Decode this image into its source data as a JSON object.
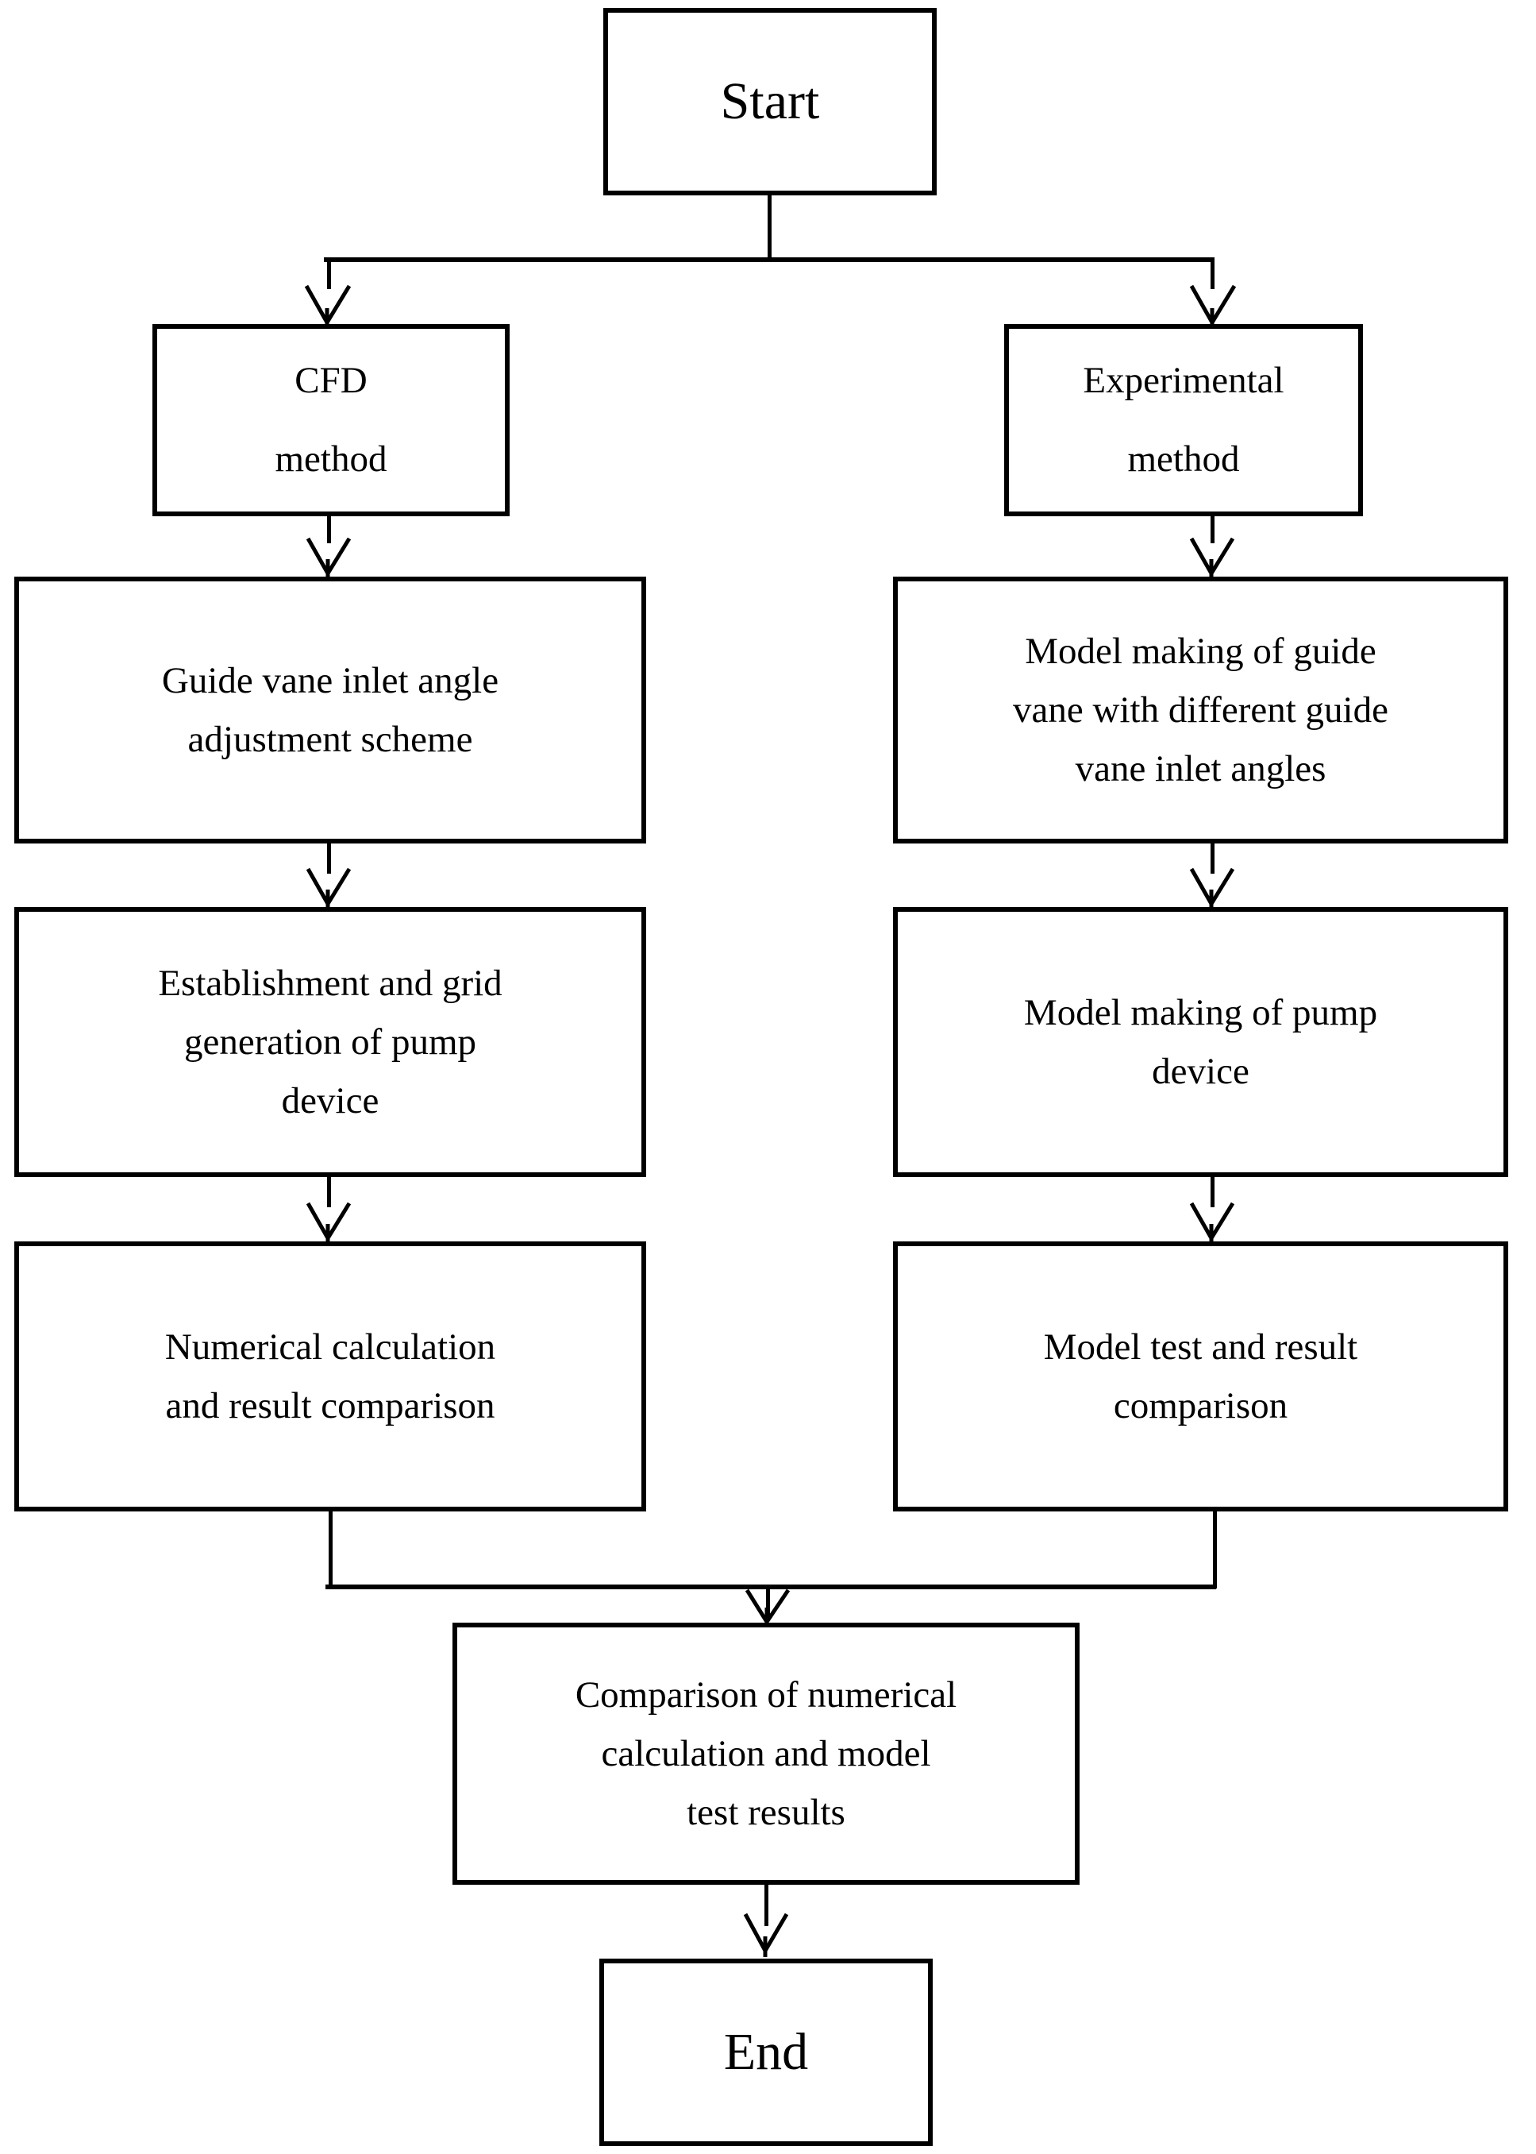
{
  "diagram": {
    "type": "flowchart",
    "title": "Research methodology flowchart",
    "orientation": "top-to-bottom",
    "colors": {
      "stroke": "#000000",
      "fill": "#ffffff",
      "text": "#000000"
    },
    "nodes": {
      "start": {
        "label": "Start",
        "shape": "rectangle",
        "role": "terminator"
      },
      "cfd_method": {
        "label": "CFD\nmethod",
        "shape": "rectangle",
        "role": "process"
      },
      "experimental_method": {
        "label": "Experimental\nmethod",
        "shape": "rectangle",
        "role": "process"
      },
      "guide_vane_scheme": {
        "label": "Guide vane inlet angle\nadjustment scheme",
        "shape": "rectangle",
        "role": "process"
      },
      "model_making_guide_vane": {
        "label": "Model making of guide\nvane with different guide\nvane inlet angles",
        "shape": "rectangle",
        "role": "process"
      },
      "grid_generation": {
        "label": "Establishment and grid\ngeneration of pump\ndevice",
        "shape": "rectangle",
        "role": "process"
      },
      "model_making_pump": {
        "label": "Model making of pump\ndevice",
        "shape": "rectangle",
        "role": "process"
      },
      "numerical_calculation": {
        "label": "Numerical calculation\nand result comparison",
        "shape": "rectangle",
        "role": "process"
      },
      "model_test": {
        "label": "Model test and result\ncomparison",
        "shape": "rectangle",
        "role": "process"
      },
      "final_comparison": {
        "label": "Comparison of numerical\ncalculation and model\ntest results",
        "shape": "rectangle",
        "role": "process"
      },
      "end": {
        "label": "End",
        "shape": "rectangle",
        "role": "terminator"
      }
    },
    "edges": [
      {
        "from": "start",
        "to": "cfd_method",
        "style": "split-branch-left"
      },
      {
        "from": "start",
        "to": "experimental_method",
        "style": "split-branch-right"
      },
      {
        "from": "cfd_method",
        "to": "guide_vane_scheme",
        "style": "straight-arrow"
      },
      {
        "from": "guide_vane_scheme",
        "to": "grid_generation",
        "style": "straight-arrow"
      },
      {
        "from": "grid_generation",
        "to": "numerical_calculation",
        "style": "straight-arrow"
      },
      {
        "from": "experimental_method",
        "to": "model_making_guide_vane",
        "style": "straight-arrow"
      },
      {
        "from": "model_making_guide_vane",
        "to": "model_making_pump",
        "style": "straight-arrow"
      },
      {
        "from": "model_making_pump",
        "to": "model_test",
        "style": "straight-arrow"
      },
      {
        "from": "numerical_calculation",
        "to": "final_comparison",
        "style": "merge-branch-left"
      },
      {
        "from": "model_test",
        "to": "final_comparison",
        "style": "merge-branch-right"
      },
      {
        "from": "final_comparison",
        "to": "end",
        "style": "straight-arrow"
      }
    ],
    "branches": {
      "left_column_label": "CFD method",
      "right_column_label": "Experimental method"
    }
  }
}
